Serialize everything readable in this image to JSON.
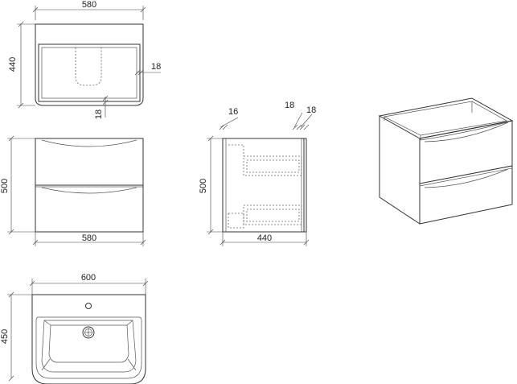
{
  "views": {
    "top": {
      "width": "580",
      "depth": "440",
      "wall": "18",
      "base": "18"
    },
    "front": {
      "height": "500",
      "width": "580"
    },
    "side": {
      "height": "500",
      "depth": "440",
      "panel": "16",
      "gap_a": "18",
      "gap_b": "18"
    },
    "basin": {
      "width": "600",
      "depth": "450"
    }
  },
  "colors": {
    "line": "#333333",
    "dim": "#444444",
    "background": "#ffffff"
  }
}
